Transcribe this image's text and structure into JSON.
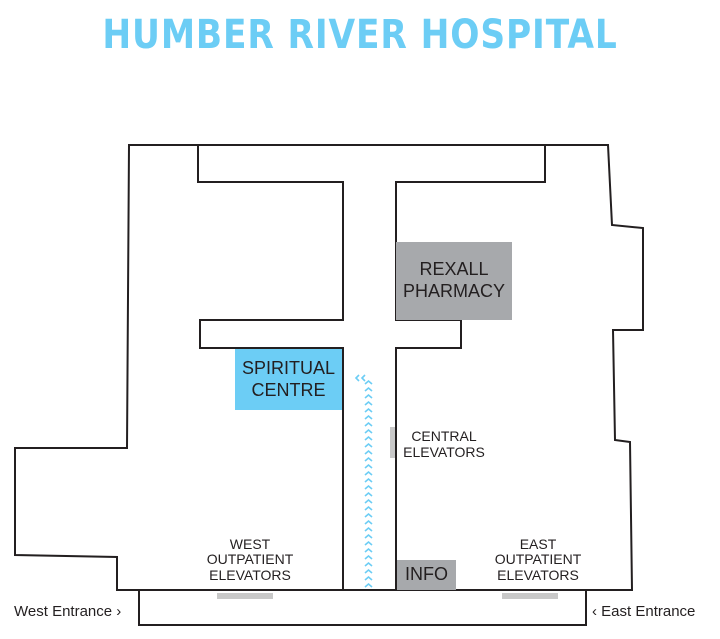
{
  "title": "HUMBER RIVER HOSPITAL",
  "rooms": {
    "pharmacy": {
      "line1": "REXALL",
      "line2": "PHARMACY"
    },
    "spiritual": {
      "line1": "SPIRITUAL",
      "line2": "CENTRE"
    },
    "info": "INFO"
  },
  "elevators": {
    "central": {
      "line1": "CENTRAL",
      "line2": "ELEVATORS"
    },
    "west": {
      "line1": "WEST",
      "line2": "OUTPATIENT",
      "line3": "ELEVATORS"
    },
    "east": {
      "line1": "EAST",
      "line2": "OUTPATIENT",
      "line3": "ELEVATORS"
    }
  },
  "entrances": {
    "west": "West Entrance ›",
    "east": "‹ East Entrance"
  },
  "colors": {
    "accent": "#6ccdf5",
    "room_gray": "#a7a9ac",
    "wall": "#231f20"
  }
}
